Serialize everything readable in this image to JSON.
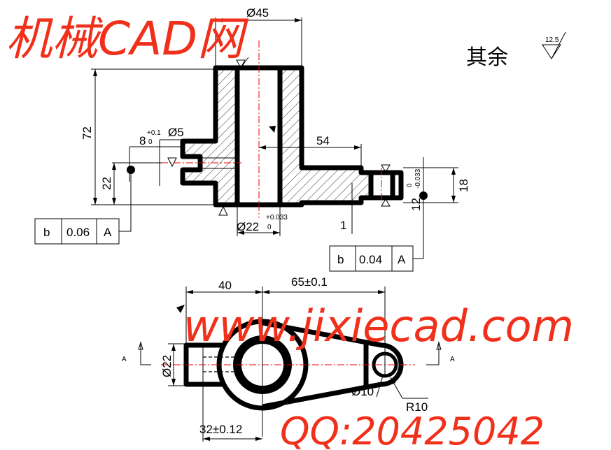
{
  "note": {
    "text": "其余",
    "roughness": "12.5"
  },
  "top_view": {
    "dims": {
      "dia45": "Ø45",
      "h72": "72",
      "h22": "22",
      "slot8": "8",
      "slot8_upper": "+0.1",
      "slot8_lower": "0",
      "dia5": "Ø5",
      "len54": "54",
      "h18": "18",
      "w12": "12",
      "w12_upper": "0",
      "w12_lower": "-0.033",
      "bore22": "Ø22",
      "bore22_upper": "+0.033",
      "bore22_lower": "0",
      "small_dim": "1"
    },
    "tolerance_left": {
      "symbol": "b",
      "value": "0.06",
      "datum": "A"
    },
    "tolerance_right": {
      "symbol": "b",
      "value": "0.04",
      "datum": "A"
    }
  },
  "bottom_view": {
    "dims": {
      "len40": "40",
      "len65": "65±0.1",
      "dia22": "Ø22",
      "len32": "32±0.12",
      "r10": "R10",
      "d10": "Ø10"
    },
    "section_left": "A",
    "section_right": "A"
  },
  "watermark": {
    "title": "机械CAD网",
    "url": "www.jixiecad.com",
    "qq": "QQ:20425042"
  },
  "colors": {
    "line": "#000000",
    "centerline": "#e00000",
    "watermark": "#f0301a"
  }
}
